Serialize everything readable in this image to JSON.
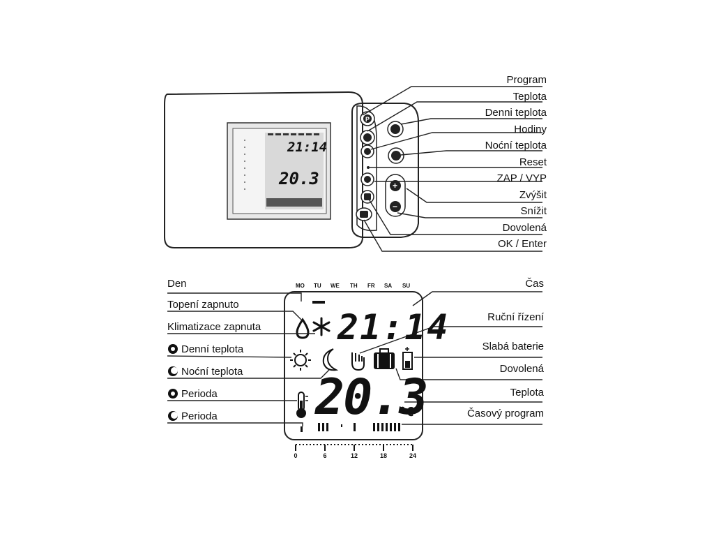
{
  "top_labels": [
    {
      "id": "program",
      "text": "Program"
    },
    {
      "id": "teplota",
      "text": "Teplota"
    },
    {
      "id": "denni-teplota",
      "text": "Denni teplota"
    },
    {
      "id": "hodiny",
      "text": "Hodiny"
    },
    {
      "id": "nocni-teplota",
      "text": "Noćní teplota"
    },
    {
      "id": "reset",
      "text": "Reset"
    },
    {
      "id": "zap-vyp",
      "text": "ZAP / VYP"
    },
    {
      "id": "zvysit",
      "text": "Zvýšit"
    },
    {
      "id": "snizit",
      "text": "Snížit"
    },
    {
      "id": "dovolena",
      "text": "Dovolená"
    },
    {
      "id": "ok-enter",
      "text": "OK / Enter"
    }
  ],
  "left_labels": [
    {
      "id": "den",
      "text": "Den"
    },
    {
      "id": "topeni",
      "text": "Topení zapnuto"
    },
    {
      "id": "klimatizace",
      "text": "Klimatizace zapnuta"
    },
    {
      "id": "denni",
      "text": "Denní teplota",
      "icon": "sun-badge-icon"
    },
    {
      "id": "nocni",
      "text": "Noćní teplota",
      "icon": "moon-badge-icon"
    },
    {
      "id": "perioda-den",
      "text": "Perioda",
      "icon": "sun-badge-icon"
    },
    {
      "id": "perioda-noc",
      "text": "Perioda",
      "icon": "moon-badge-icon"
    }
  ],
  "right_labels": [
    {
      "id": "cas",
      "text": "Čas"
    },
    {
      "id": "rucni",
      "text": "Ruční řízení"
    },
    {
      "id": "slaba",
      "text": "Slabá baterie"
    },
    {
      "id": "dovolena2",
      "text": "Dovolená"
    },
    {
      "id": "teplota2",
      "text": "Teplota"
    },
    {
      "id": "casovy",
      "text": "Časový program"
    }
  ],
  "days": [
    "MO",
    "TU",
    "WE",
    "TH",
    "FR",
    "SA",
    "SU"
  ],
  "display": {
    "time": "21:14",
    "temperature": "20.3",
    "unit": "°C"
  },
  "buttons": {
    "program": "P",
    "plus": "+",
    "minus": "−"
  },
  "timeline_ticks": [
    "0",
    "6",
    "12",
    "18",
    "24"
  ],
  "icons": [
    "flame-icon",
    "snowflake-icon",
    "sun-icon",
    "moon-icon",
    "hand-icon",
    "suitcase-icon",
    "battery-icon",
    "thermometer-icon"
  ]
}
